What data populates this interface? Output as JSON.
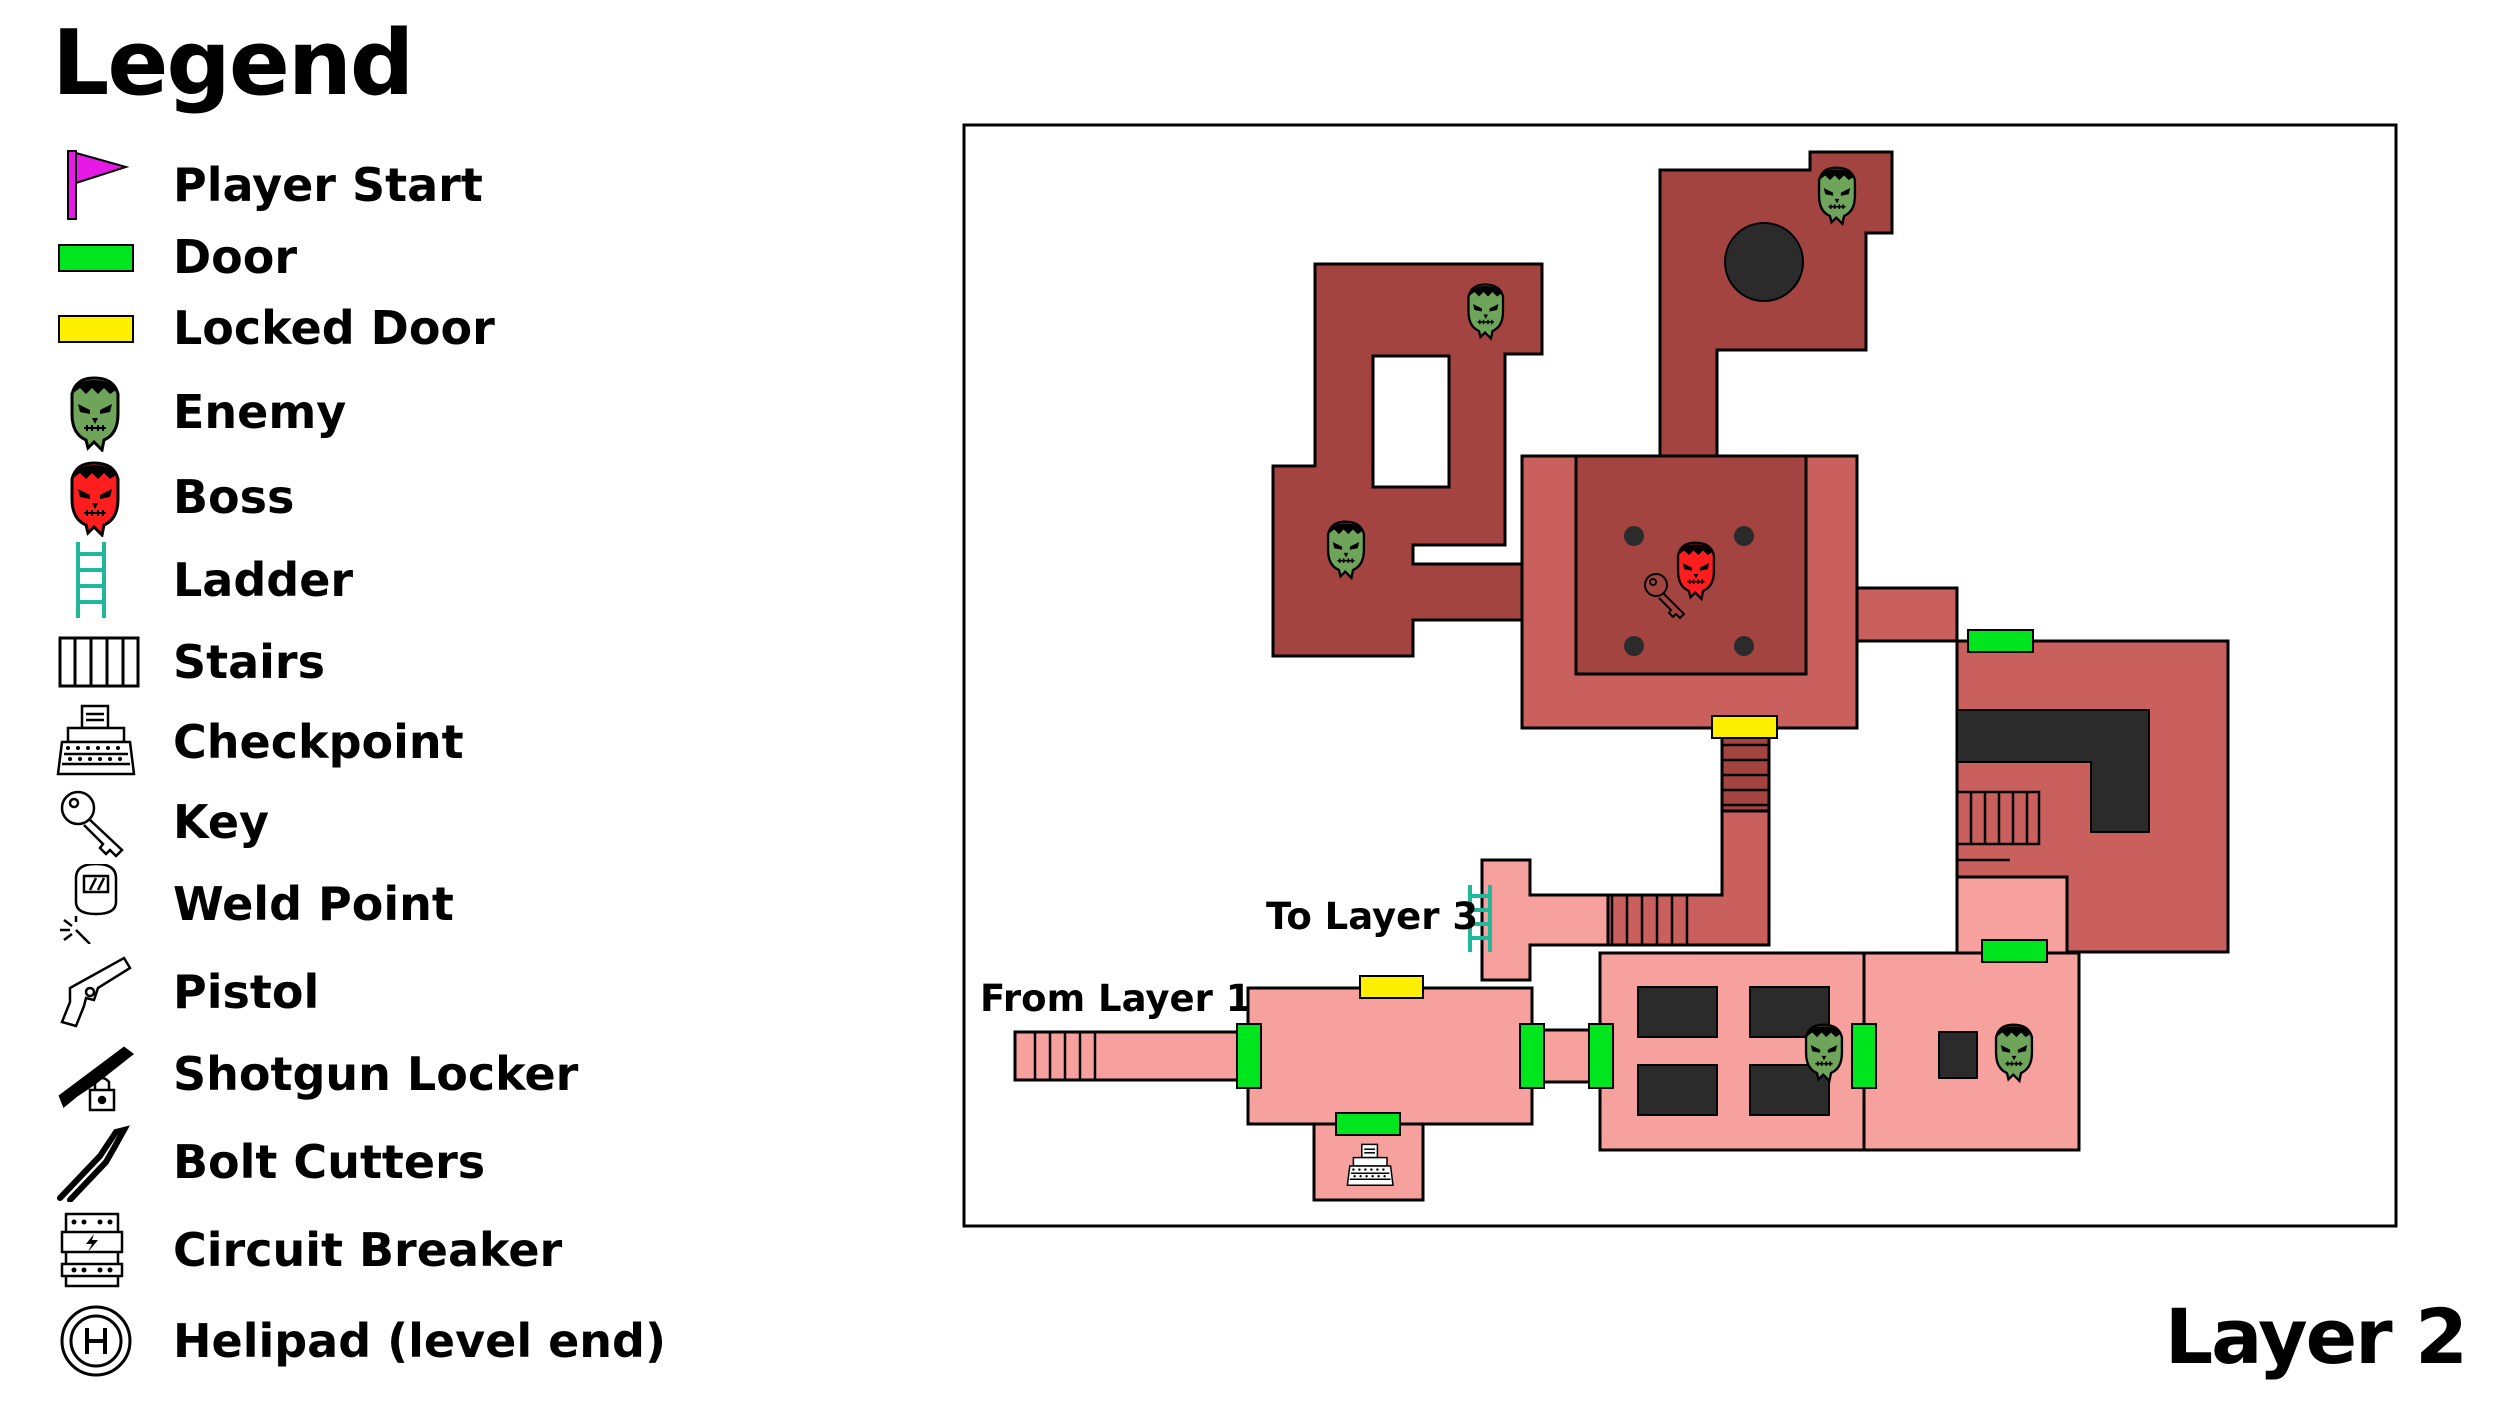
{
  "legend": {
    "title": "Legend",
    "items": [
      {
        "label": "Player Start",
        "icon": "flag-icon"
      },
      {
        "label": "Door",
        "icon": "door-icon",
        "color": "#00E61E"
      },
      {
        "label": "Locked Door",
        "icon": "locked-door-icon",
        "color": "#FFF000"
      },
      {
        "label": "Enemy",
        "icon": "enemy-icon",
        "color": "#6FA55A"
      },
      {
        "label": "Boss",
        "icon": "boss-icon",
        "color": "#FF1E1E"
      },
      {
        "label": "Ladder",
        "icon": "ladder-icon",
        "color": "#1FB89A"
      },
      {
        "label": "Stairs",
        "icon": "stairs-icon"
      },
      {
        "label": "Checkpoint",
        "icon": "typewriter-icon"
      },
      {
        "label": "Key",
        "icon": "key-icon"
      },
      {
        "label": "Weld Point",
        "icon": "weld-point-icon"
      },
      {
        "label": "Pistol",
        "icon": "pistol-icon"
      },
      {
        "label": "Shotgun Locker",
        "icon": "shotgun-locker-icon"
      },
      {
        "label": "Bolt Cutters",
        "icon": "bolt-cutters-icon"
      },
      {
        "label": "Circuit Breaker",
        "icon": "circuit-breaker-icon"
      },
      {
        "label": "Helipad (level end)",
        "icon": "helipad-icon"
      }
    ]
  },
  "map": {
    "layer_title": "Layer 2",
    "labels": {
      "to_layer_3": "To Layer 3",
      "from_layer_1": "From Layer 1"
    },
    "colors": {
      "dark_room": "#A34441",
      "medium_room": "#C9605E",
      "light_room": "#F7A19E",
      "obstacle": "#2B2B2B",
      "door": "#00E61E",
      "locked_door": "#FFF000",
      "enemy": "#6FA55A",
      "boss": "#FF1E1E",
      "ladder": "#1FB89A",
      "flag": "#E619E6"
    }
  }
}
